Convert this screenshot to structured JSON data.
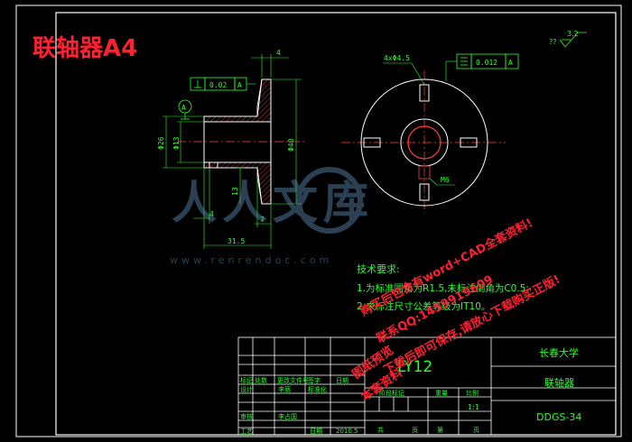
{
  "title_stamp": "联轴器A4",
  "surface_finish": {
    "prefix": "??",
    "value": "3.2"
  },
  "side_view": {
    "perpendicularity": {
      "value": "0.02",
      "datum": "A"
    },
    "datum_label": "A",
    "dims": {
      "top_width": "4",
      "dia_left_outer": "Φ26",
      "dia_left_inner": "Φ13",
      "dia_flange": "Φ40",
      "hub_h": "13",
      "left_w": "4",
      "right_w": "7",
      "overall_len": "31.5"
    }
  },
  "front_view": {
    "slots": "4xΦ4.5",
    "symmetry": {
      "value": "0.012",
      "datum": "A"
    },
    "thread": "M6"
  },
  "tech_req": {
    "heading": "技术要求:",
    "items": [
      "1.为标准圆角为R1.5,未标注倒角为C0.5;",
      "2.未标注尺寸公差等级为IT10。"
    ]
  },
  "watermark": {
    "brand": "人人文库",
    "url": "www.renrendoc.com",
    "red_lines": [
      "购买后包含有word+CAD全套资料!",
      "联系QQ:1459919609",
      "下载后即可保存,请放心下载购买正版!"
    ],
    "red_sub": [
      "图纸预览",
      "本套资料"
    ]
  },
  "title_block": {
    "part_code": "LY12",
    "university": "长春大学",
    "part_name": "联轴器",
    "drawing_no": "DDGS-34",
    "row_a": [
      "标记",
      "处数",
      "更改文件号",
      "签字",
      "日期"
    ],
    "row_b": [
      "设计",
      "李丽",
      "标准化"
    ],
    "row_c": [
      "审核",
      "李占国"
    ],
    "row_d": [
      "工艺",
      "日期",
      "2010.5"
    ],
    "stage_label": "阶段标记",
    "weight_label": "重量",
    "ratio_label": "比例",
    "scale": "1:1",
    "sheet": [
      "共",
      "页",
      "第",
      "页"
    ]
  }
}
